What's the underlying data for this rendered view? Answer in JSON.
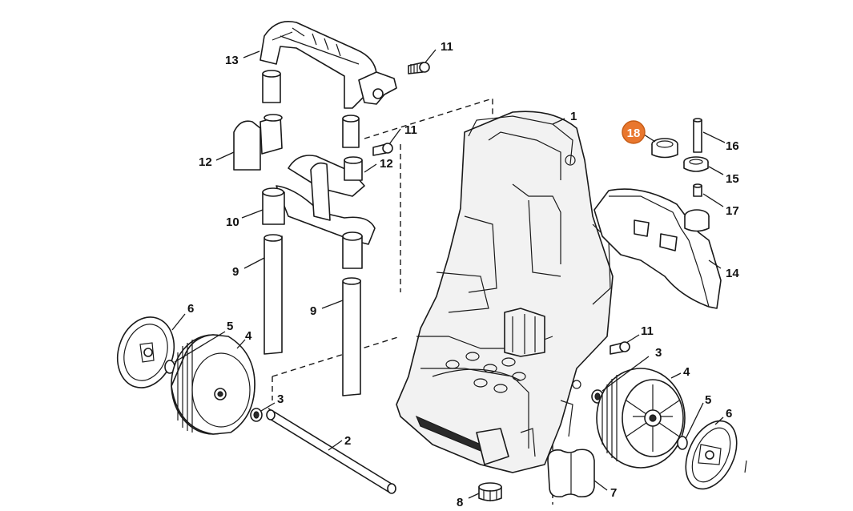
{
  "diagram": {
    "highlight_color": "#e9772e",
    "callouts": [
      {
        "id": "c1",
        "label": "1"
      },
      {
        "id": "c2",
        "label": "2"
      },
      {
        "id": "c3a",
        "label": "3"
      },
      {
        "id": "c3b",
        "label": "3"
      },
      {
        "id": "c4a",
        "label": "4"
      },
      {
        "id": "c4b",
        "label": "4"
      },
      {
        "id": "c5a",
        "label": "5"
      },
      {
        "id": "c5b",
        "label": "5"
      },
      {
        "id": "c6a",
        "label": "6"
      },
      {
        "id": "c6b",
        "label": "6"
      },
      {
        "id": "c7",
        "label": "7"
      },
      {
        "id": "c8",
        "label": "8"
      },
      {
        "id": "c9a",
        "label": "9"
      },
      {
        "id": "c9b",
        "label": "9"
      },
      {
        "id": "c10",
        "label": "10"
      },
      {
        "id": "c11a",
        "label": "11"
      },
      {
        "id": "c11b",
        "label": "11"
      },
      {
        "id": "c11c",
        "label": "11"
      },
      {
        "id": "c12a",
        "label": "12"
      },
      {
        "id": "c12b",
        "label": "12"
      },
      {
        "id": "c13",
        "label": "13"
      },
      {
        "id": "c14",
        "label": "14"
      },
      {
        "id": "c15",
        "label": "15"
      },
      {
        "id": "c16",
        "label": "16"
      },
      {
        "id": "c17",
        "label": "17"
      },
      {
        "id": "c18",
        "label": "18",
        "highlighted": true
      }
    ]
  }
}
